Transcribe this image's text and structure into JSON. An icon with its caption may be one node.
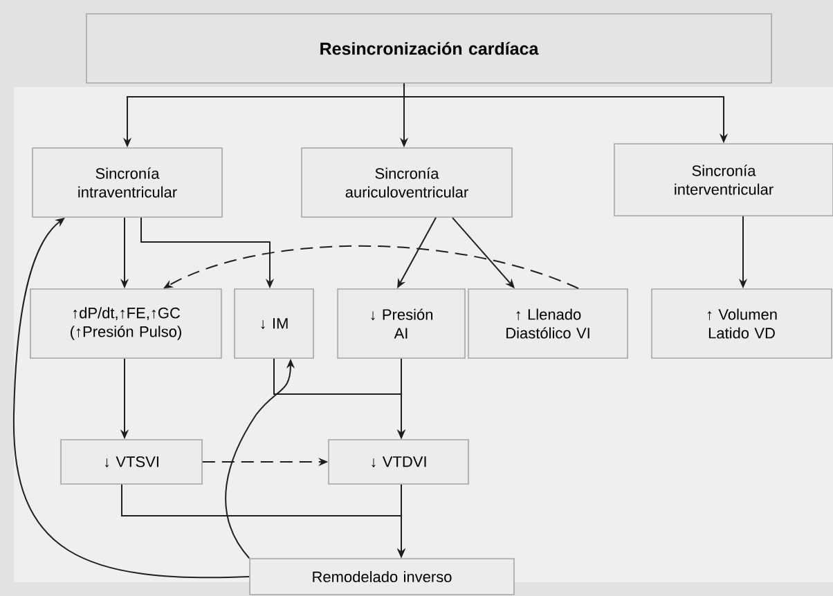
{
  "diagram": {
    "nodes": [
      {
        "text": [
          "Resincronización cardíaca"
        ]
      },
      {
        "text": [
          "Sincronía intraventricular"
        ]
      },
      {
        "text": [
          "Sincronía auriculoventricular"
        ]
      },
      {
        "text": [
          "Sincronía interventricular"
        ]
      },
      {
        "text": [
          "↑dP/dt,↑FE,↑GC (↑Presión Pulso)"
        ]
      },
      {
        "text": [
          "↓ IM"
        ]
      },
      {
        "text": [
          "↓ Presión AI"
        ]
      },
      {
        "text": [
          "↑ Llenado Diastólico VI"
        ]
      },
      {
        "text": [
          "↑ Volumen Latido VD"
        ]
      },
      {
        "text": [
          "↓ VTSVI"
        ]
      },
      {
        "text": [
          "↓ VTDVI"
        ]
      },
      {
        "text": [
          "Remodelado inverso"
        ]
      }
    ],
    "edges": [
      {
        "from": 0,
        "to": 1,
        "arrow": "to"
      },
      {
        "from": 0,
        "to": 2,
        "arrow": "to"
      },
      {
        "from": 0,
        "to": 3,
        "arrow": "to"
      },
      {
        "from": 1,
        "to": 4,
        "arrow": "to"
      },
      {
        "from": 1,
        "to": 5,
        "arrow": "to"
      },
      {
        "from": 2,
        "to": 6,
        "arrow": "to"
      },
      {
        "from": 2,
        "to": 7,
        "arrow": "to"
      },
      {
        "from": 7,
        "to": 4,
        "arrow": "to",
        "style": "dashed"
      },
      {
        "from": 3,
        "to": 8,
        "arrow": "to"
      },
      {
        "from": 4,
        "to": 9,
        "arrow": "to"
      },
      {
        "from": 5,
        "to": 10,
        "arrow": "to"
      },
      {
        "from": 6,
        "to": 10,
        "arrow": "to"
      },
      {
        "from": 9,
        "to": 10,
        "arrow": "to",
        "style": "dashed"
      },
      {
        "from": 9,
        "to": 11,
        "arrow": "to"
      },
      {
        "from": 10,
        "to": 11,
        "arrow": "to"
      },
      {
        "from": 11,
        "to": 1,
        "arrow": "to"
      },
      {
        "from": 11,
        "to": 5,
        "arrow": "to"
      }
    ]
  }
}
